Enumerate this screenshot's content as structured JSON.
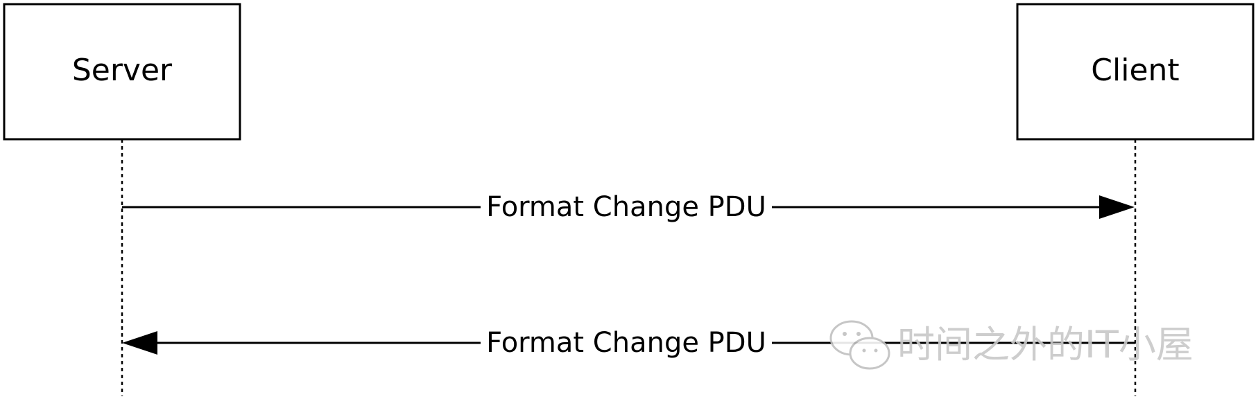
{
  "actors": [
    {
      "id": "server",
      "label": "Server"
    },
    {
      "id": "client",
      "label": "Client"
    }
  ],
  "messages": [
    {
      "label": "Format Change PDU",
      "from": "server",
      "to": "client"
    },
    {
      "label": "Format Change PDU",
      "from": "client",
      "to": "server"
    }
  ],
  "watermark": {
    "text": "时间之外的IT小屋",
    "icon": "wechat-icon",
    "color": "#c8c8c8"
  },
  "colors": {
    "stroke": "#000000",
    "background": "#ffffff"
  }
}
